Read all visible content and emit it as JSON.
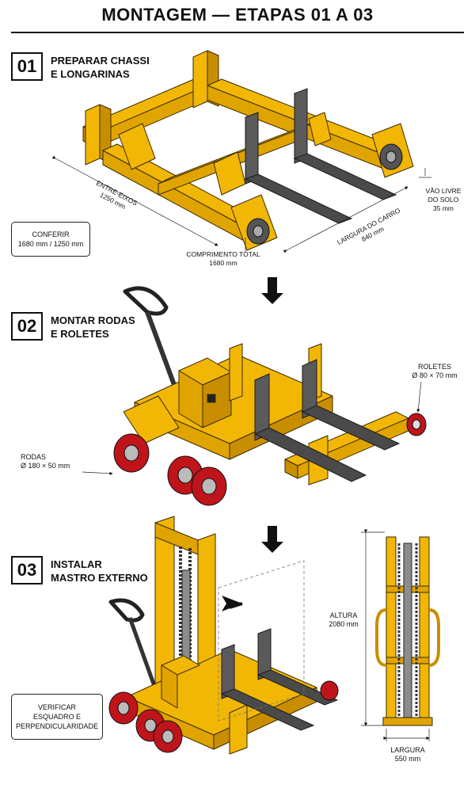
{
  "title": "MONTAGEM — ETAPAS 01 A 03",
  "colors": {
    "frame_yellow": "#f2b705",
    "frame_shadow": "#c98e00",
    "fork_gray": "#4a4a4a",
    "wheel_red": "#c0141b",
    "steel": "#8c8c8c"
  },
  "step1": {
    "number": "01",
    "title_line1": "PREPARAR CHASSI",
    "title_line2": "E LONGARINAS",
    "wheelbase_label": "ENTRE-EIXOS",
    "wheelbase_value": "1250 mm",
    "total_length_label": "COMPRIMENTO TOTAL",
    "total_length_value": "1680 mm",
    "carriage_width_label": "LARGURA DO CARRO",
    "carriage_width_value": "840 mm",
    "ground_clearance_line1": "VÃO LIVRE",
    "ground_clearance_line2": "DO SOLO",
    "ground_clearance_value": "35 mm",
    "check_line1": "CONFERIR",
    "check_line2": "1680 mm / 1250 mm"
  },
  "step2": {
    "number": "02",
    "title_line1": "MONTAR RODAS",
    "title_line2": "E ROLETES",
    "rollers_label": "ROLETES",
    "rollers_value": "Ø 80 × 70 mm",
    "wheels_label": "RODAS",
    "wheels_value": "Ø 180 × 50 mm"
  },
  "step3": {
    "number": "03",
    "title_line1": "INSTALAR",
    "title_line2": "MASTRO EXTERNO",
    "height_label": "ALTURA",
    "height_value": "2080 mm",
    "width_label": "LARGURA",
    "width_value": "550 mm",
    "verify_line1": "VERIFICAR",
    "verify_line2": "ESQUADRO E",
    "verify_line3": "PERPENDICULARIDADE"
  }
}
